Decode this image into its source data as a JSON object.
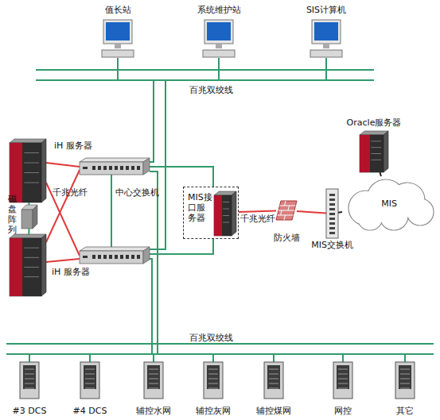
{
  "diagram": {
    "nodes": [
      {
        "text": [
          "值长站"
        ]
      },
      {
        "text": [
          "系统维护站"
        ]
      },
      {
        "text": [
          "SIS计算机"
        ]
      },
      {
        "text": [
          "iH 服务器"
        ]
      },
      {
        "text": [
          "磁盘阵列"
        ]
      },
      {
        "text": [
          "iH 服务器"
        ]
      },
      {
        "text": [
          "MIS接口服务器"
        ]
      },
      {
        "text": [
          "防火墙"
        ]
      },
      {
        "text": [
          "MIS交换机"
        ]
      },
      {
        "text": [
          "Oracle服务器"
        ]
      },
      {
        "text": [
          "MIS"
        ]
      },
      {
        "text": [
          "#3 DCS"
        ]
      },
      {
        "text": [
          "#4 DCS"
        ]
      },
      {
        "text": [
          "辅控水网"
        ]
      },
      {
        "text": [
          "辅控灰网"
        ]
      },
      {
        "text": [
          "辅控煤网"
        ]
      },
      {
        "text": [
          "网控"
        ]
      },
      {
        "text": [
          "其它"
        ]
      }
    ],
    "edges": [
      {
        "from": 4,
        "to": 3,
        "arrow": "none"
      },
      {
        "from": 4,
        "to": 5,
        "arrow": "none"
      },
      {
        "from": 6,
        "to": 7,
        "label": "千兆光纤",
        "arrow": "none"
      },
      {
        "from": 7,
        "to": 8,
        "arrow": "none"
      },
      {
        "from": 8,
        "to": 10,
        "arrow": "none"
      },
      {
        "from": 9,
        "to": 10,
        "arrow": "none"
      }
    ],
    "labels": [
      "百兆双绞线",
      "百兆双绞线",
      "千兆光纤",
      "中心交换机"
    ]
  }
}
